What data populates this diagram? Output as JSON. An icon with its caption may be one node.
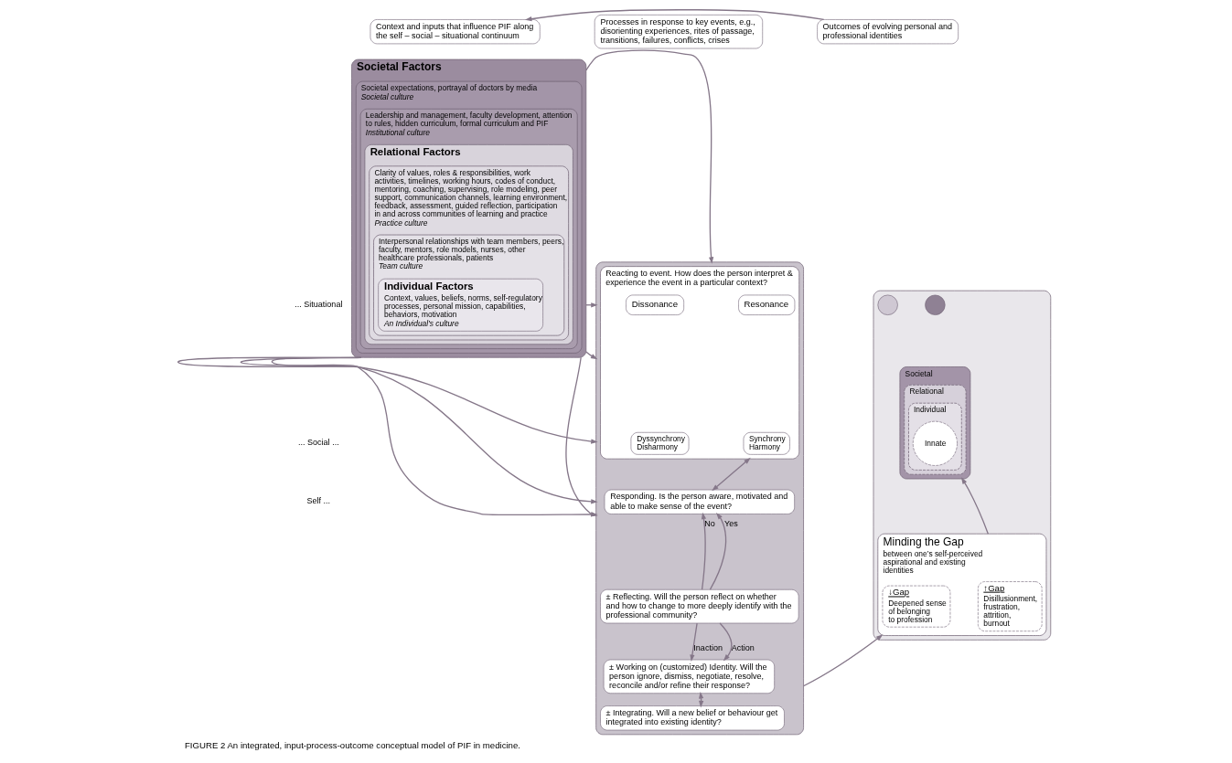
{
  "diagram": {
    "caption": "FIGURE 2 An integrated, input-process-outcome conceptual model of PIF in medicine.",
    "nodes": [
      {
        "text": [
          "Context and inputs that influence PIF along the self – social – situational continuum"
        ]
      },
      {
        "text": [
          "Processes in response to key events, e.g., disorienting experiences, rites of passage, transitions, failures, conflicts, crises"
        ]
      },
      {
        "text": [
          "Outcomes of evolving personal and professional identities"
        ]
      },
      {
        "text": [
          "Societal Factors"
        ]
      },
      {
        "text": [
          "Societal expectations, portrayal of doctors by media",
          "Societal culture"
        ],
        "in": 3
      },
      {
        "text": [
          "Leadership and management, faculty development, attention to rules, hidden curriculum, formal curriculum and PIF",
          "Institutional culture"
        ],
        "in": 4
      },
      {
        "text": [
          "Relational Factors"
        ],
        "in": 5
      },
      {
        "text": [
          "Clarity of values, roles & responsibilities, work activities, timelines, working hours, codes of conduct, mentoring, coaching, supervising, role modeling, peer support, communication channels, learning environment, feedback, assessment, guided reflection, participation in and across communities of learning and practice",
          "Practice culture"
        ],
        "in": 6
      },
      {
        "text": [
          "Interpersonal relationships with team members, peers, faculty, mentors, role models, nurses, other healthcare professionals, patients",
          "Team culture"
        ],
        "in": 7
      },
      {
        "text": [
          "Individual Factors",
          "Context, values, beliefs, norms, self-regulatory processes, personal mission, capabilities, behaviors, motivation",
          "An Individual’s culture"
        ],
        "in": 8
      },
      {
        "text": [],
        "shape": "box"
      },
      {
        "text": [
          "Reacting to event. How does the person interpret & experience the event in a particular context?"
        ],
        "in": 10
      },
      {
        "text": [
          "Dissonance"
        ],
        "in": 11
      },
      {
        "text": [
          "Dyssynchrony Disharmony"
        ],
        "in": 11
      },
      {
        "text": [
          "Resonance"
        ],
        "in": 11
      },
      {
        "text": [
          "Synchrony Harmony"
        ],
        "in": 11
      },
      {
        "text": [
          "Responding. Is the person aware, motivated and able to make sense of the event?"
        ],
        "in": 10
      },
      {
        "text": [
          "± Reflecting. Will the person reflect on whether and how to change to more deeply identify with the professional community?"
        ],
        "in": 10
      },
      {
        "text": [
          "± Working on (customized) Identity. Will the person ignore, dismiss, negotiate, resolve, reconcile and/or refine their response?"
        ],
        "in": 10
      },
      {
        "text": [
          "± Integrating. Will a new belief or behaviour get integrated into existing identity?"
        ],
        "in": 10
      },
      {
        "text": [],
        "shape": "box"
      },
      {
        "text": [
          "Societal"
        ],
        "in": 20
      },
      {
        "text": [
          "Relational"
        ],
        "in": 21
      },
      {
        "text": [
          "Individual"
        ],
        "in": 22
      },
      {
        "text": [
          "Innate"
        ],
        "in": 23
      },
      {
        "text": [],
        "shape": "circle",
        "in": 20
      },
      {
        "text": [],
        "shape": "circle",
        "in": 20
      },
      {
        "text": [
          "Minding the Gap",
          "between one’s self-perceived aspirational and existing identities"
        ],
        "in": 20
      },
      {
        "text": [
          "↓Gap",
          "Deepened sense of belonging to profession"
        ],
        "in": 27
      },
      {
        "text": [
          "↑Gap",
          "Disillusionment, frustration, attrition, burnout"
        ],
        "in": 27
      }
    ],
    "edges": [
      {
        "from": 2,
        "to": 0,
        "arrow": "to"
      },
      {
        "from": 3,
        "to": 10,
        "arrow": "to"
      },
      {
        "from": 3,
        "to": 10,
        "arrow": "to"
      },
      {
        "from": 3,
        "to": 10,
        "arrow": "to"
      },
      {
        "from": 3,
        "to": 10,
        "arrow": "to"
      },
      {
        "from": 3,
        "to": 10,
        "arrow": "to"
      },
      {
        "from": 3,
        "to": 10,
        "arrow": "to"
      },
      {
        "from": 3,
        "to": 10,
        "arrow": "to"
      },
      {
        "from": 11,
        "to": 16,
        "arrow": "both"
      },
      {
        "from": 17,
        "to": 16,
        "label": "No",
        "arrow": "to"
      },
      {
        "from": 17,
        "to": 16,
        "label": "Yes",
        "arrow": "to"
      },
      {
        "from": 17,
        "to": 18,
        "label": "Inaction",
        "arrow": "to"
      },
      {
        "from": 17,
        "to": 18,
        "label": "Action",
        "arrow": "to"
      },
      {
        "from": 18,
        "to": 19,
        "arrow": "both"
      },
      {
        "from": 10,
        "to": 27,
        "arrow": "to"
      },
      {
        "from": 27,
        "to": 21,
        "arrow": "to"
      }
    ],
    "labels": [
      "Self ...",
      "... Social ...",
      "... Situational"
    ]
  }
}
